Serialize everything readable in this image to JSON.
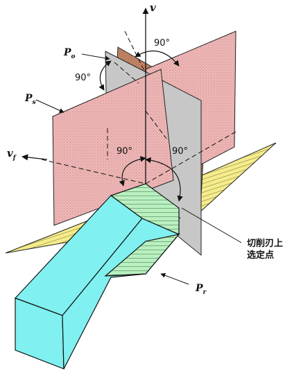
{
  "labels": {
    "v": "v",
    "vf": "v",
    "vf_sub": "f",
    "po": "P",
    "po_sub": "o",
    "pr": "P",
    "pr_sub": "r",
    "ps": "P",
    "ps_sub": "s"
  },
  "angles": {
    "top": "90°",
    "left": "90°",
    "center_left": "90°",
    "center_right": "90°"
  },
  "annotation": {
    "line1": "切削刃上",
    "line2": "选定点"
  },
  "colors": {
    "reference_plane": "#f2b9b9",
    "cutting_plane": "#c7c7c7",
    "orthogonal_plane": "#c98b6b",
    "base_plane": "#f5ec8a",
    "tool_body": "#80f0f0",
    "tool_face": "#b8f0c0"
  }
}
